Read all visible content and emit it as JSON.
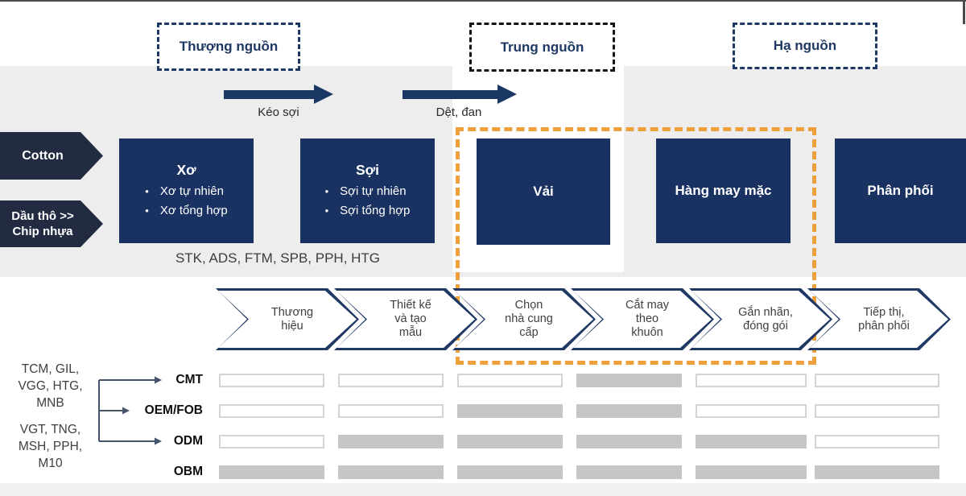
{
  "stages": [
    {
      "label": "Thượng nguồn"
    },
    {
      "label": "Trung nguồn"
    },
    {
      "label": "Hạ nguồn"
    }
  ],
  "flow_arrows": [
    {
      "label": "Kéo sợi"
    },
    {
      "label": "Dệt, đan"
    }
  ],
  "inputs": [
    {
      "label": "Cotton"
    },
    {
      "label": "Dầu thô >>\nChip nhựa"
    }
  ],
  "chain": [
    {
      "title": "Xơ",
      "bullets": [
        "Xơ tự nhiên",
        "Xơ tổng hợp"
      ]
    },
    {
      "title": "Sợi",
      "bullets": [
        "Sợi tự nhiên",
        "Sợi tổng hợp"
      ]
    },
    {
      "title": "Vải"
    },
    {
      "title": "Hàng may mặc"
    },
    {
      "title": "Phân phối"
    }
  ],
  "upstream_tickers": "STK, ADS, FTM, SPB, PPH, HTG",
  "steps": [
    {
      "label": "Thương\nhiệu"
    },
    {
      "label": "Thiết kế\nvà tạo\nmẫu"
    },
    {
      "label": "Chọn\nnhà cung\ncấp"
    },
    {
      "label": "Cắt may\ntheo\nkhuôn"
    },
    {
      "label": "Gắn nhãn,\nđóng gói"
    },
    {
      "label": "Tiếp thị,\nphân phối"
    }
  ],
  "company_groups": [
    {
      "tickers": "TCM, GIL,\nVGG, HTG,\nMNB"
    },
    {
      "tickers": "VGT, TNG,\nMSH, PPH,\nM10"
    }
  ],
  "modes": [
    {
      "label": "CMT",
      "cells": [
        "empty",
        "empty",
        "empty",
        "filled",
        "empty",
        "empty"
      ]
    },
    {
      "label": "OEM/FOB",
      "cells": [
        "empty",
        "empty",
        "filled",
        "filled",
        "empty",
        "empty"
      ]
    },
    {
      "label": "ODM",
      "cells": [
        "empty",
        "filled",
        "filled",
        "filled",
        "filled",
        "empty"
      ]
    },
    {
      "label": "OBM",
      "cells": [
        "filled",
        "filled",
        "filled",
        "filled",
        "filled",
        "filled"
      ]
    }
  ],
  "colors": {
    "navy_box": "#1A3262",
    "navy_line": "#1F3864",
    "dark_input_arrow": "#222B42",
    "orange_highlight": "#EDA03C",
    "band_gray": "#EDEDED",
    "bar_fill_gray": "#C6C6C6",
    "text_gray": "#3F3F3F"
  }
}
